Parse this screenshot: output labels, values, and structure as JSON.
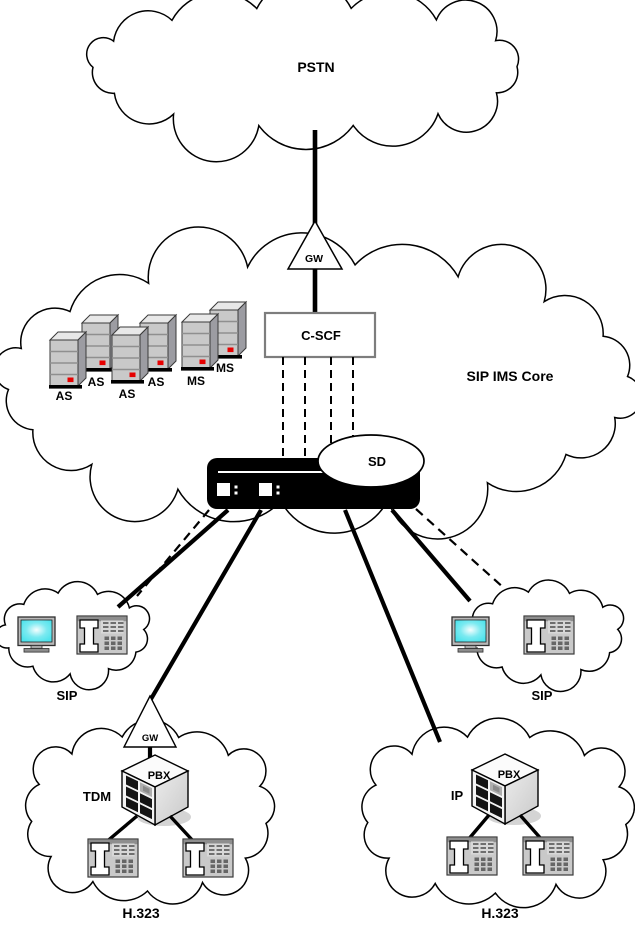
{
  "diagram": {
    "pstn": {
      "label": "PSTN"
    },
    "gateway_top": {
      "label": "GW"
    },
    "ims_core": {
      "label": "SIP IMS Core",
      "cscf_label": "C-SCF",
      "sd_label": "SD",
      "servers": [
        {
          "label": "AS"
        },
        {
          "label": "AS"
        },
        {
          "label": "AS"
        },
        {
          "label": "AS"
        },
        {
          "label": "MS"
        },
        {
          "label": "MS"
        }
      ]
    },
    "sip_site_left": {
      "label": "SIP"
    },
    "sip_site_right": {
      "label": "SIP"
    },
    "tdm_site": {
      "label": "TDM",
      "gateway_label": "GW",
      "pbx_label": "PBX",
      "protocol_label": "H.323"
    },
    "ip_site": {
      "label": "IP",
      "pbx_label": "PBX",
      "protocol_label": "H.323"
    },
    "colors": {
      "device_body": "#000000",
      "monitor_screen": "#4fe3ec",
      "server_indicator": "#e60000",
      "cscf_border": "#7d7d7d"
    }
  }
}
